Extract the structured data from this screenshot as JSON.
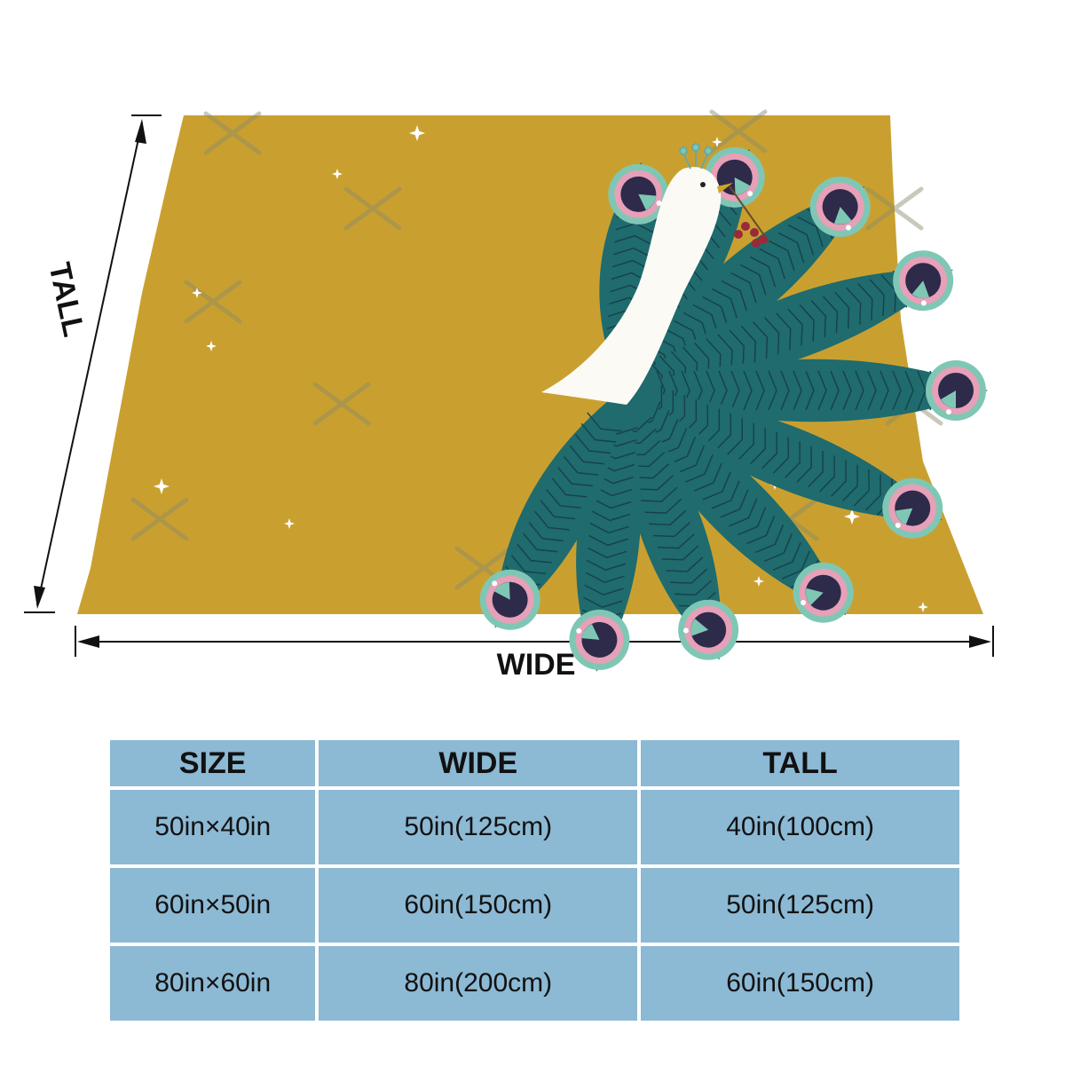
{
  "dimensions": {
    "tall_label": "TALL",
    "wide_label": "WIDE"
  },
  "colors": {
    "blanket": "#c9a030",
    "feather": "#1f6b6e",
    "eye_pink": "#e6a0b8",
    "eye_dark": "#2e2a4a",
    "eye_mint": "#7fc7b5",
    "bird": "#fbfaf4",
    "berries": "#9a2a3a",
    "table_cell": "#8cb9d4"
  },
  "size_table": {
    "headers": [
      "SIZE",
      "WIDE",
      "TALL"
    ],
    "rows": [
      [
        "50in×40in",
        "50in(125cm)",
        "40in(100cm)"
      ],
      [
        "60in×50in",
        "60in(150cm)",
        "50in(125cm)"
      ],
      [
        "80in×60in",
        "80in(200cm)",
        "60in(150cm)"
      ]
    ]
  }
}
